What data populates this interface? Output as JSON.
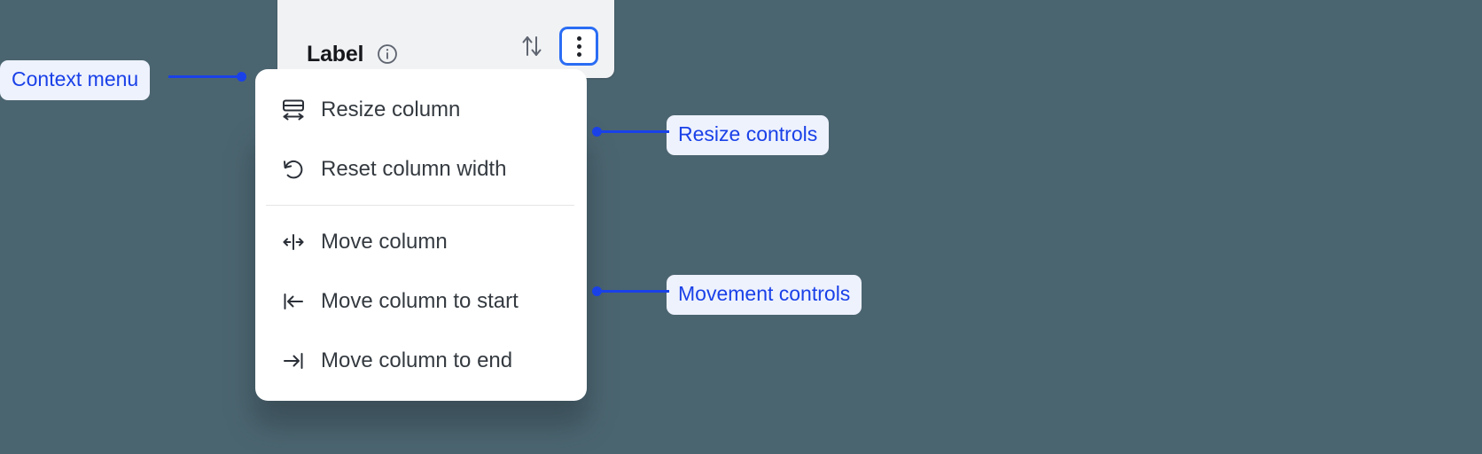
{
  "colors": {
    "background": "#4b6570",
    "header_panel": "#f1f2f4",
    "menu_panel": "#ffffff",
    "accent_blue": "#2a6df4",
    "annotation_blue": "#1a41e8",
    "annotation_pill_bg": "#eef2fd",
    "menu_text": "#343a40",
    "header_title_text": "#16181c",
    "divider": "#e3e5e8"
  },
  "column_header": {
    "title": "Label",
    "info_icon": "info-circle-icon",
    "sort_icon": "sort-up-down-icon",
    "kebab_icon": "more-vertical-icon",
    "kebab_focused": true
  },
  "context_menu": {
    "groups": [
      {
        "name": "resize",
        "items": [
          {
            "icon": "resize-column-icon",
            "label": "Resize column"
          },
          {
            "icon": "reset-width-icon",
            "label": "Reset column width"
          }
        ]
      },
      {
        "name": "movement",
        "items": [
          {
            "icon": "move-column-icon",
            "label": "Move column"
          },
          {
            "icon": "move-to-start-icon",
            "label": "Move column to start"
          },
          {
            "icon": "move-to-end-icon",
            "label": "Move column to end"
          }
        ]
      }
    ]
  },
  "annotations": [
    {
      "id": "context-menu",
      "label": "Context menu"
    },
    {
      "id": "resize-controls",
      "label": "Resize controls"
    },
    {
      "id": "movement-controls",
      "label": "Movement controls"
    }
  ]
}
